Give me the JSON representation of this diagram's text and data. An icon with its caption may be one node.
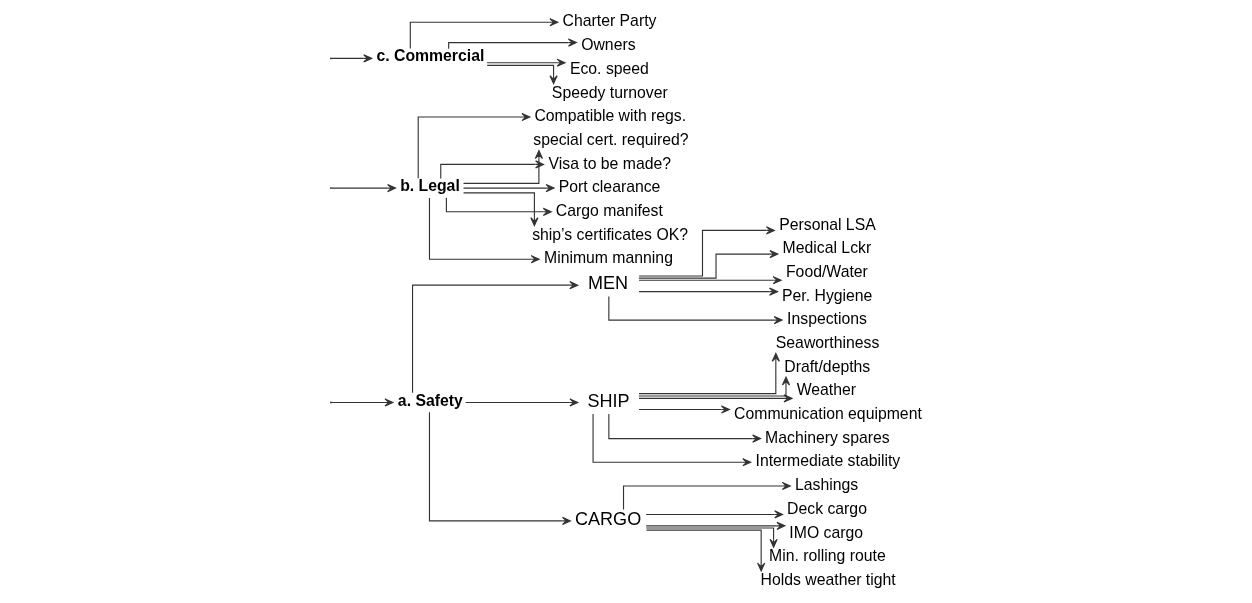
{
  "diagram": {
    "nodes": [
      {
        "text": [
          "a. Safety"
        ]
      },
      {
        "text": [
          "b. Legal"
        ]
      },
      {
        "text": [
          "c. Commercial"
        ]
      },
      {
        "text": [
          "MEN"
        ]
      },
      {
        "text": [
          "SHIP"
        ]
      },
      {
        "text": [
          "CARGO"
        ]
      },
      {
        "text": [
          "Personal LSA"
        ]
      },
      {
        "text": [
          "Medical Lckr"
        ]
      },
      {
        "text": [
          "Food/Water"
        ]
      },
      {
        "text": [
          "Per. Hygiene"
        ]
      },
      {
        "text": [
          "Inspections"
        ]
      },
      {
        "text": [
          "Seaworthiness"
        ]
      },
      {
        "text": [
          "Draft/depths"
        ]
      },
      {
        "text": [
          "Weather"
        ]
      },
      {
        "text": [
          "Communication equipment"
        ]
      },
      {
        "text": [
          "Machinery spares"
        ]
      },
      {
        "text": [
          "Intermediate stability"
        ]
      },
      {
        "text": [
          "Lashings"
        ]
      },
      {
        "text": [
          "Deck cargo"
        ]
      },
      {
        "text": [
          "IMO cargo"
        ]
      },
      {
        "text": [
          "Min. rolling route"
        ]
      },
      {
        "text": [
          "Holds weather tight"
        ]
      },
      {
        "text": [
          "Compatible with regs."
        ]
      },
      {
        "text": [
          "special cert. required?"
        ]
      },
      {
        "text": [
          "Visa to be made?"
        ]
      },
      {
        "text": [
          "Port clearance"
        ]
      },
      {
        "text": [
          "Cargo manifest"
        ]
      },
      {
        "text": [
          "ship’s certificates OK?"
        ]
      },
      {
        "text": [
          "Minimum manning"
        ]
      },
      {
        "text": [
          "Charter Party"
        ]
      },
      {
        "text": [
          "Owners"
        ]
      },
      {
        "text": [
          "Eco. speed"
        ]
      },
      {
        "text": [
          "Speedy turnover"
        ]
      }
    ],
    "edges": [
      {
        "from": null,
        "to": 0,
        "arrow": "to"
      },
      {
        "from": null,
        "to": 1,
        "arrow": "to"
      },
      {
        "from": null,
        "to": 2,
        "arrow": "to"
      },
      {
        "from": 0,
        "to": 3,
        "arrow": "to"
      },
      {
        "from": 0,
        "to": 4,
        "arrow": "to"
      },
      {
        "from": 0,
        "to": 5,
        "arrow": "to"
      },
      {
        "from": 3,
        "to": 6,
        "arrow": "to"
      },
      {
        "from": 3,
        "to": 7,
        "arrow": "to"
      },
      {
        "from": 3,
        "to": 8,
        "arrow": "to"
      },
      {
        "from": 3,
        "to": 9,
        "arrow": "to"
      },
      {
        "from": 3,
        "to": 10,
        "arrow": "to"
      },
      {
        "from": 4,
        "to": 11,
        "arrow": "to"
      },
      {
        "from": 4,
        "to": 12,
        "arrow": "to"
      },
      {
        "from": 4,
        "to": 13,
        "arrow": "to"
      },
      {
        "from": 4,
        "to": 14,
        "arrow": "to"
      },
      {
        "from": 4,
        "to": 15,
        "arrow": "to"
      },
      {
        "from": 4,
        "to": 16,
        "arrow": "to"
      },
      {
        "from": 5,
        "to": 17,
        "arrow": "to"
      },
      {
        "from": 5,
        "to": 18,
        "arrow": "to"
      },
      {
        "from": 5,
        "to": 19,
        "arrow": "to"
      },
      {
        "from": 5,
        "to": 20,
        "arrow": "to"
      },
      {
        "from": 5,
        "to": 21,
        "arrow": "to"
      },
      {
        "from": 1,
        "to": 22,
        "arrow": "to"
      },
      {
        "from": 1,
        "to": 23,
        "arrow": "to"
      },
      {
        "from": 1,
        "to": 24,
        "arrow": "to"
      },
      {
        "from": 1,
        "to": 25,
        "arrow": "to"
      },
      {
        "from": 1,
        "to": 26,
        "arrow": "to"
      },
      {
        "from": 1,
        "to": 27,
        "arrow": "to"
      },
      {
        "from": 1,
        "to": 28,
        "arrow": "to"
      },
      {
        "from": 2,
        "to": 29,
        "arrow": "to"
      },
      {
        "from": 2,
        "to": 30,
        "arrow": "to"
      },
      {
        "from": 2,
        "to": 31,
        "arrow": "to"
      },
      {
        "from": 2,
        "to": 32,
        "arrow": "to"
      }
    ]
  }
}
